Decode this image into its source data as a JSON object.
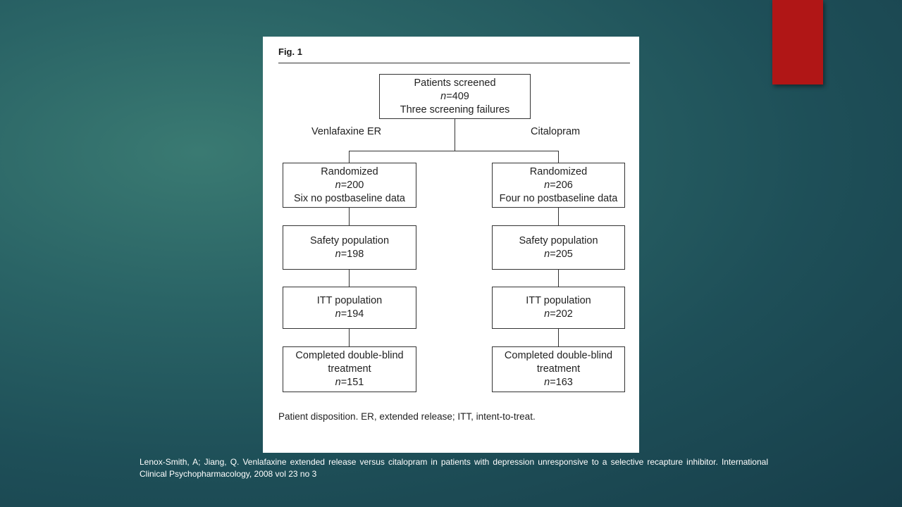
{
  "figure": {
    "label": "Fig. 1",
    "top_box": {
      "title": "Patients screened",
      "n_prefix": "n",
      "n_value": "=409",
      "note": "Three screening failures"
    },
    "arm_labels": {
      "left": "Venlafaxine ER",
      "right": "Citalopram"
    },
    "left_arm": {
      "randomized": {
        "title": "Randomized",
        "n_prefix": "n",
        "n_value": "=200",
        "note": "Six no postbaseline data"
      },
      "safety": {
        "title": "Safety population",
        "n_prefix": "n",
        "n_value": "=198"
      },
      "itt": {
        "title": "ITT population",
        "n_prefix": "n",
        "n_value": "=194"
      },
      "completed": {
        "title": "Completed double-blind",
        "title2": "treatment",
        "n_prefix": "n",
        "n_value": "=151"
      }
    },
    "right_arm": {
      "randomized": {
        "title": "Randomized",
        "n_prefix": "n",
        "n_value": "=206",
        "note": "Four no postbaseline data"
      },
      "safety": {
        "title": "Safety population",
        "n_prefix": "n",
        "n_value": "=205"
      },
      "itt": {
        "title": "ITT population",
        "n_prefix": "n",
        "n_value": "=202"
      },
      "completed": {
        "title": "Completed double-blind",
        "title2": "treatment",
        "n_prefix": "n",
        "n_value": "=163"
      }
    },
    "caption": "Patient disposition. ER, extended release; ITT, intent-to-treat."
  },
  "citation": "Lenox-Smith, A; Jiang, Q. Venlafaxine extended release versus citalopram in patients with depression unresponsive to a selective recapture inhibitor. International Clinical Psychopharmacology, 2008 vol 23 no 3",
  "colors": {
    "accent_bar": "#b01616",
    "background": "#1e4f58"
  }
}
